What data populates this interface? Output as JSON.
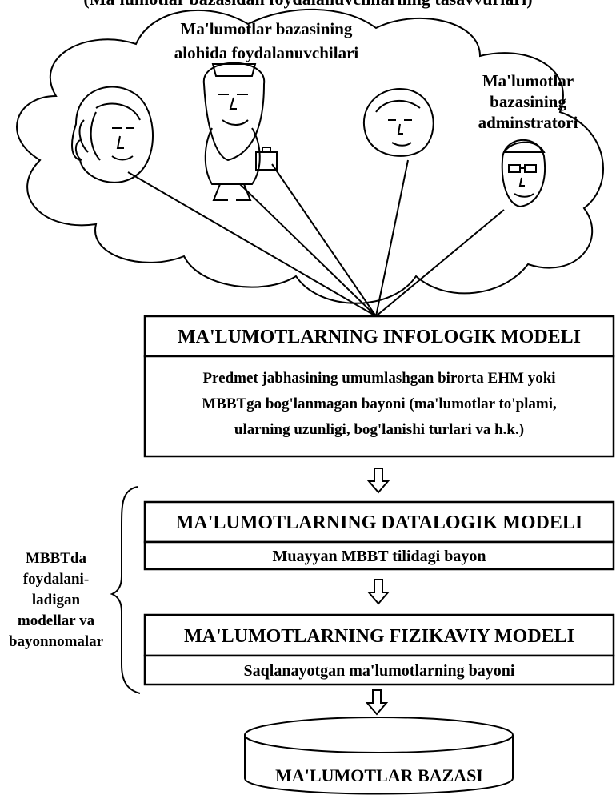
{
  "top_caption_clipped": "(Ma'lumotlar bazasidan foydalanuvchilarning tasavvurlari)",
  "users_label": [
    "Ma'lumotlar bazasining",
    "alohida foydalanuvchilari"
  ],
  "admin_label": [
    "Ma'lumotlar",
    "bazasining",
    "adminstratori"
  ],
  "infologic": {
    "title": "MA'LUMOTLARNING INFOLOGIK MODELI",
    "desc": [
      "Predmet jabhasining umumlashgan birorta EHM yoki",
      "MBBTga bog'lanmagan bayoni (ma'lumotlar to'plami,",
      "ularning uzunligi, bog'lanishi turlari va h.k.)"
    ]
  },
  "side_label": [
    "MBBTda",
    "foydalani-",
    "ladigan",
    "modellar va",
    "bayonnomalar"
  ],
  "datalogic": {
    "title": "MA'LUMOTLARNING DATALOGIK MODELI",
    "desc": "Muayyan MBBT tilidagi bayon"
  },
  "physical": {
    "title": "MA'LUMOTLARNING FIZIKAVIY MODELI",
    "desc": "Saqlanayotgan ma'lumotlarning bayoni"
  },
  "database": {
    "label": "MA'LUMOTLAR BAZASI"
  },
  "icons": [
    "woman-face-icon",
    "man-with-briefcase-icon",
    "boy-face-icon",
    "admin-face-icon",
    "arrow-down-icon",
    "curly-brace-icon",
    "database-cylinder-icon"
  ]
}
